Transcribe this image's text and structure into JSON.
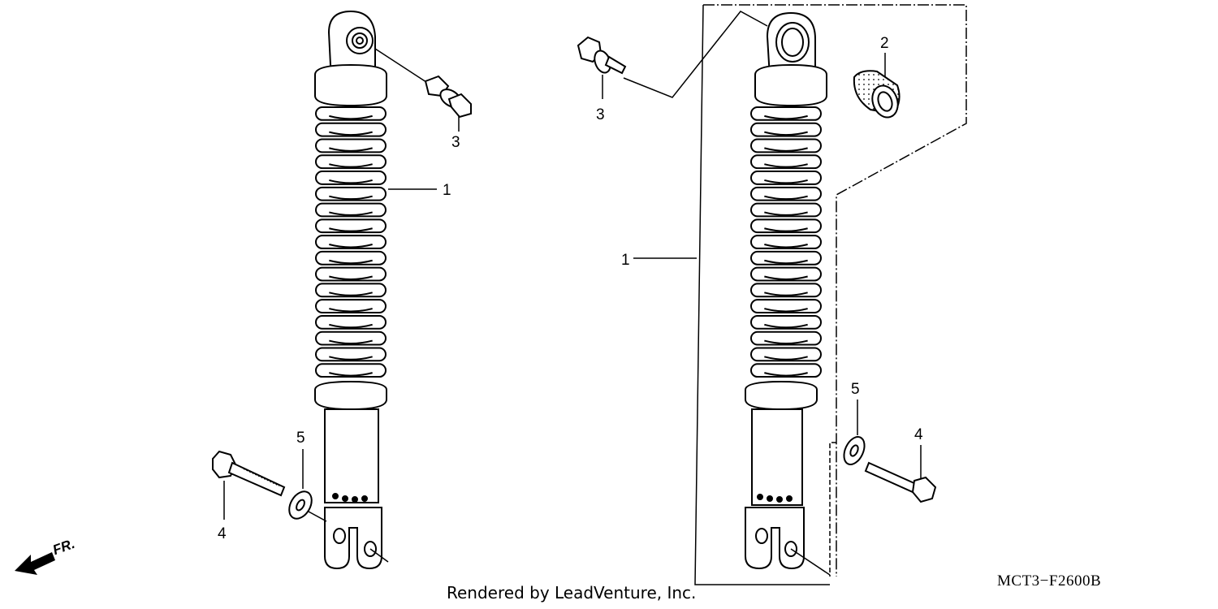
{
  "callouts": {
    "left_3": "3",
    "left_1": "1",
    "left_5": "5",
    "left_4": "4",
    "right_3": "3",
    "right_2": "2",
    "right_1": "1",
    "right_5": "5",
    "right_4": "4"
  },
  "direction_label": "FR.",
  "diagram_code": "MCT3−F2600B",
  "footer_text": "Rendered by LeadVenture, Inc."
}
